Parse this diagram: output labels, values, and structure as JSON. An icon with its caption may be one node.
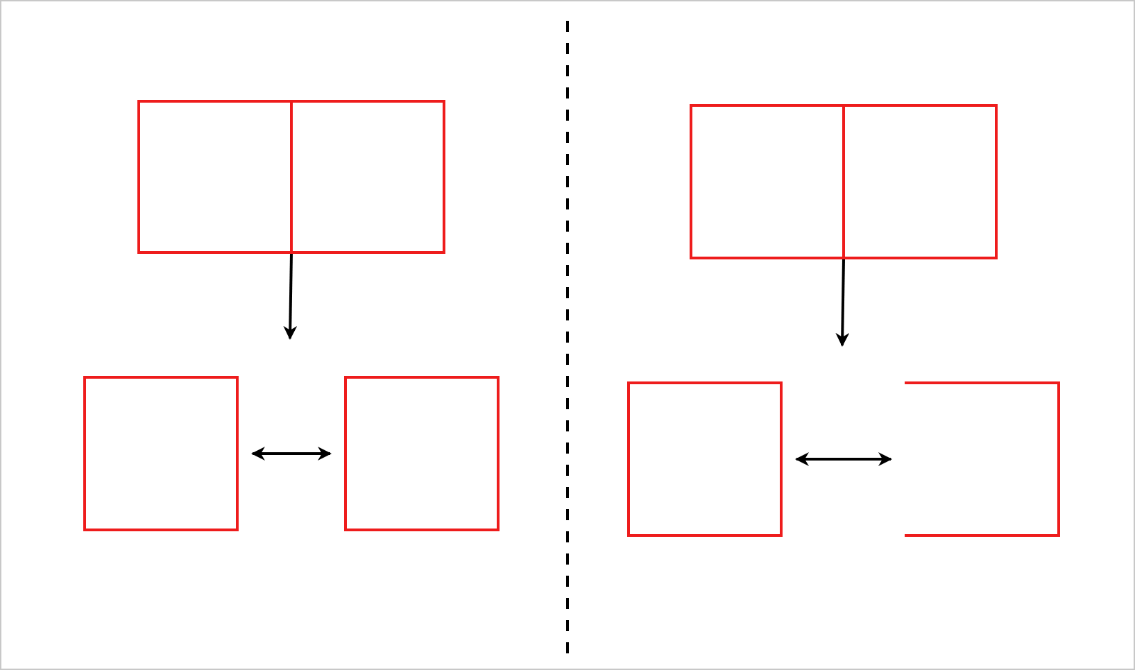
{
  "diagram": {
    "nodes": [
      {
        "text": [],
        "shape": "box"
      },
      {
        "text": [],
        "shape": "box"
      },
      {
        "text": [],
        "shape": "box"
      },
      {
        "text": [],
        "shape": "box"
      },
      {
        "text": [],
        "shape": "box"
      },
      {
        "text": [],
        "shape": "box"
      }
    ],
    "edges": [
      {
        "from": 0,
        "to": null,
        "arrow": "to"
      },
      {
        "from": 1,
        "to": 2,
        "arrow": "both"
      },
      {
        "from": 3,
        "to": null,
        "arrow": "to"
      },
      {
        "from": 4,
        "to": 5,
        "arrow": "both"
      }
    ]
  }
}
